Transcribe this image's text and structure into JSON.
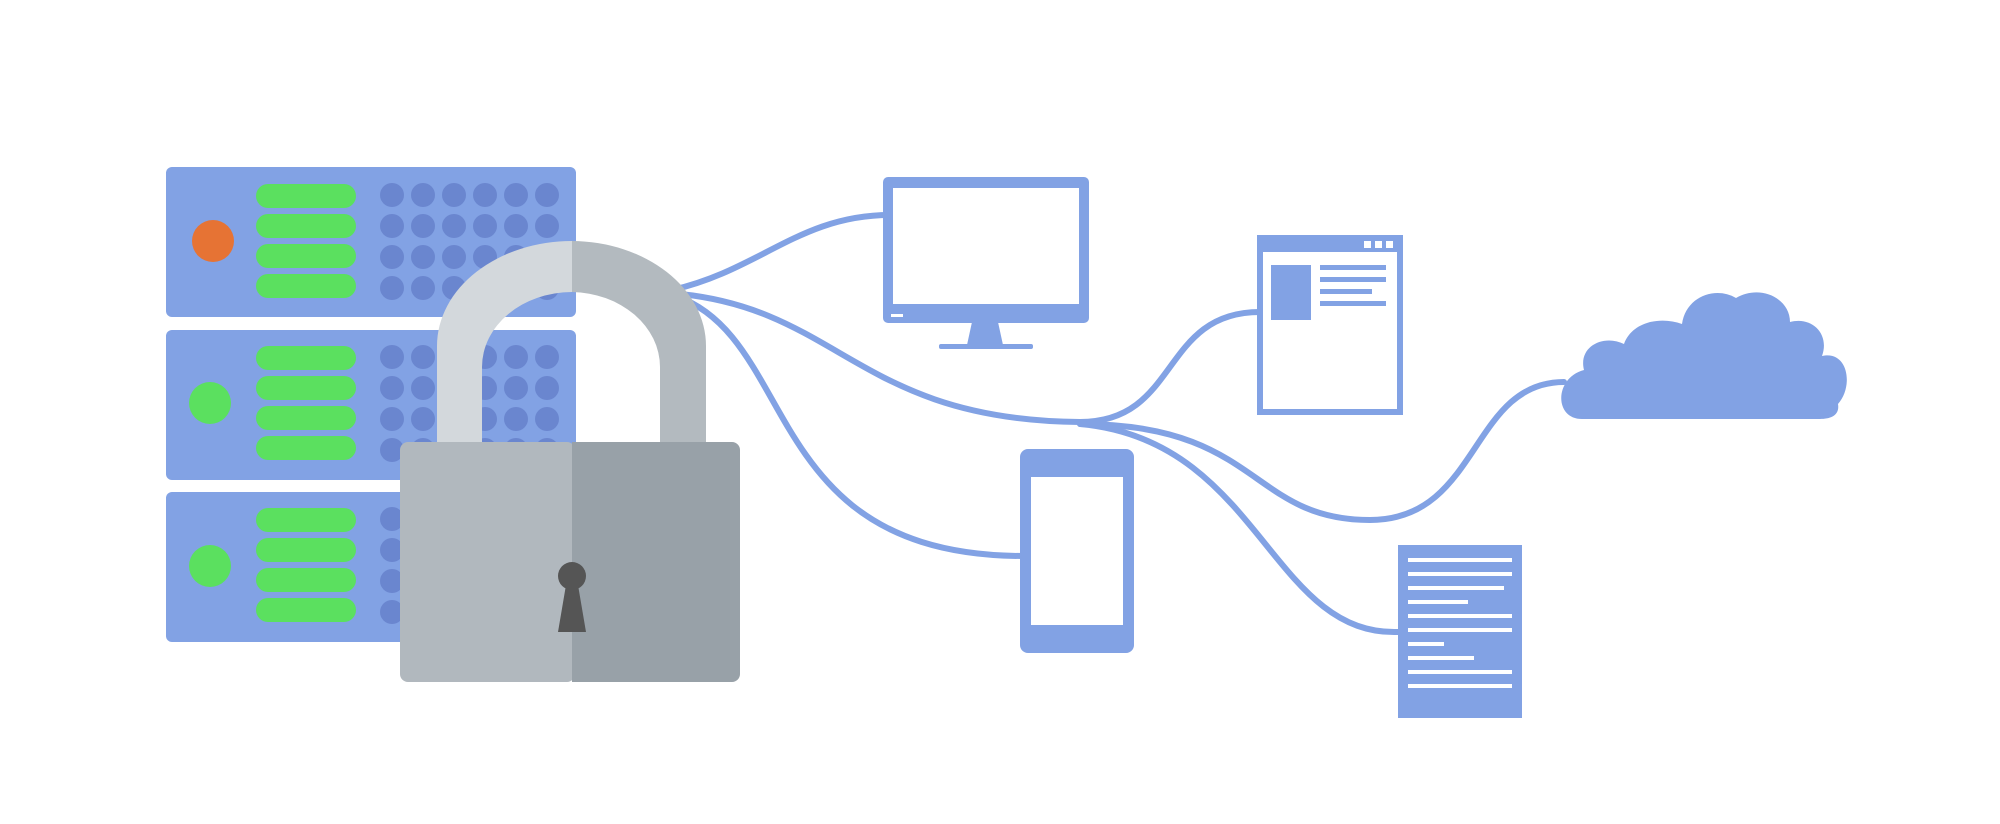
{
  "colors": {
    "background": "#ffffff",
    "blue": "#82a2e4",
    "blue_dark": "#6a86cf",
    "green": "#5be05f",
    "orange": "#e67334",
    "lock_body_light": "#b1b8be",
    "lock_body_dark": "#98a1a8",
    "lock_shackle_light": "#d3d8dc",
    "lock_shackle_dark": "#b3babf",
    "keyhole": "#555555"
  },
  "nodes": [
    {
      "name": "server-rack",
      "icon": "server-rack-icon"
    },
    {
      "name": "padlock",
      "icon": "padlock-icon"
    },
    {
      "name": "desktop-monitor",
      "icon": "monitor-icon"
    },
    {
      "name": "browser-window",
      "icon": "browser-window-icon"
    },
    {
      "name": "mobile-phone",
      "icon": "smartphone-icon"
    },
    {
      "name": "cloud",
      "icon": "cloud-icon"
    },
    {
      "name": "text-document",
      "icon": "document-icon"
    }
  ],
  "server_units": [
    {
      "status": "orange"
    },
    {
      "status": "green"
    },
    {
      "status": "green"
    }
  ],
  "connections": [
    {
      "from": "server-rack",
      "to": "desktop-monitor"
    },
    {
      "from": "server-rack",
      "to": "browser-window"
    },
    {
      "from": "server-rack",
      "to": "mobile-phone"
    },
    {
      "from": "server-rack",
      "to": "cloud"
    },
    {
      "from": "server-rack",
      "to": "text-document"
    }
  ]
}
